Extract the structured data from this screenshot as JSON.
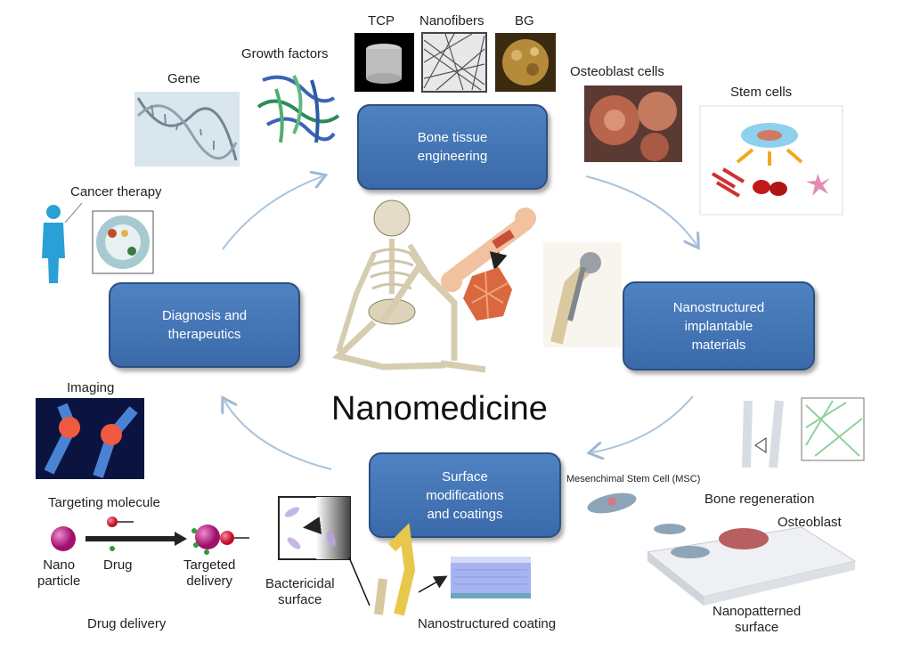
{
  "title": "Nanomedicine",
  "nodes": {
    "bone": "Bone tissue\nengineering",
    "implant": "Nanostructured\nimplantable\nmaterials",
    "surface": "Surface\nmodifications\nand coatings",
    "diagnosis": "Diagnosis and\ntherapeutics"
  },
  "labels": {
    "tcp": "TCP",
    "nanofibers": "Nanofibers",
    "bg": "BG",
    "growth_factors": "Growth factors",
    "gene": "Gene",
    "osteoblast_cells": "Osteoblast cells",
    "stem_cells": "Stem cells",
    "cancer_therapy": "Cancer therapy",
    "imaging": "Imaging",
    "targeting_molecule": "Targeting molecule",
    "nano_particle": "Nano\nparticle",
    "drug": "Drug",
    "targeted_delivery": "Targeted\ndelivery",
    "drug_delivery": "Drug delivery",
    "bactericidal_surface": "Bactericidal\nsurface",
    "nanostructured_coating": "Nanostructured coating",
    "msc": "Mesenchimal Stem Cell (MSC)",
    "bone_regeneration": "Bone regeneration",
    "osteoblast": "Osteoblast",
    "nanopatterned_surface": "Nanopatterned\nsurface"
  },
  "colors": {
    "node_fill": "#4a7cbf",
    "node_border": "#2c4f80",
    "cycle_arrow": "#a9c3dc",
    "nanoparticle": "#c0157a"
  }
}
